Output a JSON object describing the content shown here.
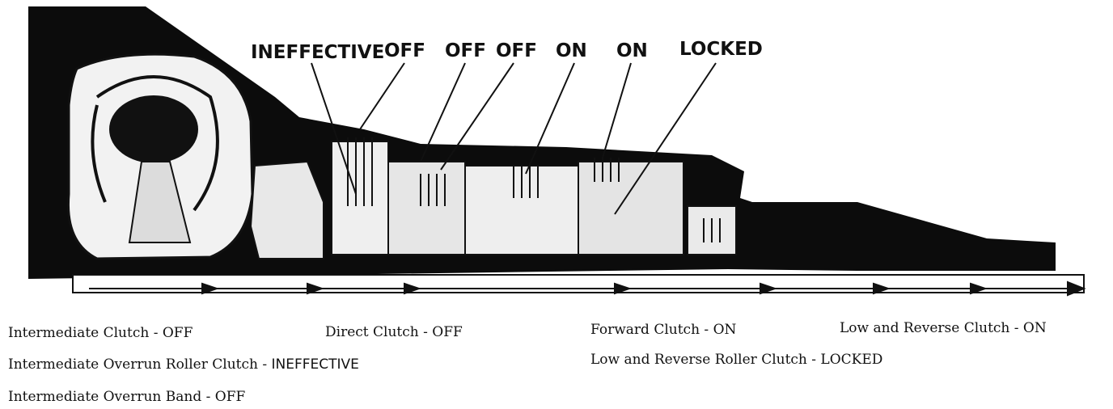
{
  "callouts": {
    "ineffective": "INEFFECTIVE",
    "off_1": "OFF",
    "off_2": "OFF",
    "off_3": "OFF",
    "on_1": "ON",
    "on_2": "ON",
    "locked": "LOCKED"
  },
  "captions": {
    "intermediate_clutch": "Intermediate Clutch - OFF",
    "direct_clutch": "Direct Clutch - OFF",
    "forward_clutch": "Forward Clutch - ON",
    "low_reverse_clutch": "Low and Reverse Clutch - ON",
    "overrun_roller_prefix": "Intermediate Overrun Roller Clutch - ",
    "overrun_roller_state": "INEFFECTIVE",
    "low_reverse_roller": "Low and Reverse Roller Clutch - LOCKED",
    "overrun_band": "Intermediate Overrun Band - OFF"
  },
  "colors": {
    "ink": "#111111",
    "paper": "#ffffff"
  }
}
